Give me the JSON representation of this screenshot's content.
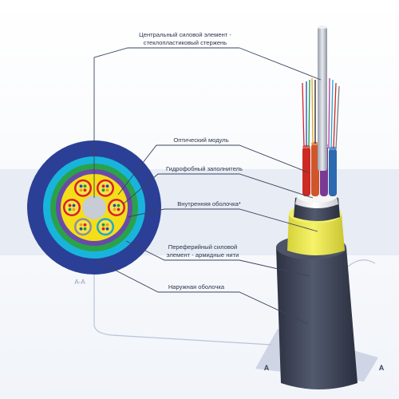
{
  "labels": {
    "central_strength": [
      "Центральный силовой элемент -",
      "стеклопластиковый стержень"
    ],
    "optical_module": [
      "Оптический модуль"
    ],
    "hydrophobic_filler": [
      "Гидрофобный заполнитель"
    ],
    "inner_sheath": [
      "Внутренняя оболочка*"
    ],
    "peripheral_strength": [
      "Переферийный силовой",
      "элемент - армидные нити"
    ],
    "outer_sheath": [
      "Наружная оболочка"
    ]
  },
  "section": {
    "cross_section_label": "А-А",
    "marker_left": "А",
    "marker_right": "А"
  },
  "colors": {
    "outer_sheath": "#2b3f96",
    "ring_cyan": "#19b4dc",
    "ring_green": "#2aa24a",
    "ring_purple": "#6a4aa8",
    "filler": "#f4de18",
    "module_red": "#d8202a",
    "module_blue": "#2d5fb0",
    "module_gray": "#8e8e9a",
    "module_teal": "#22a8c8",
    "central_rod": "#c8ccd4",
    "inner_sheath_white": "#f2f2f2",
    "aramid_yellow": "#f3ee58",
    "cable_dark": "#3c4254",
    "band_light": "#e8ecf4"
  }
}
